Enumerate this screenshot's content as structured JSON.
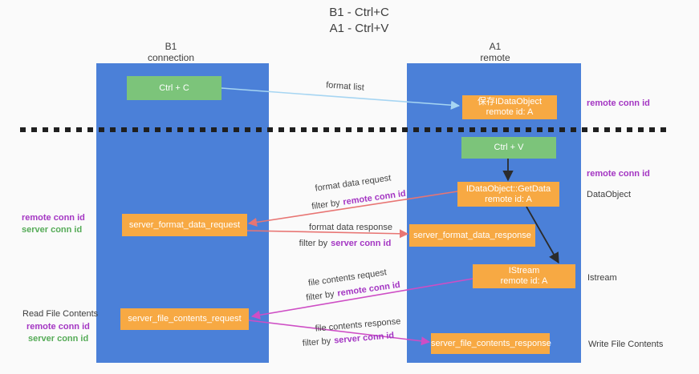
{
  "title": {
    "line1": "B1 - Ctrl+C",
    "line2": "A1 - Ctrl+V"
  },
  "lanes": {
    "left": {
      "name": "B1",
      "subtitle": "connection"
    },
    "right": {
      "name": "A1",
      "subtitle": "remote"
    }
  },
  "nodes": {
    "ctrl_c": {
      "label": "Ctrl + C"
    },
    "ctrl_v": {
      "label": "Ctrl + V"
    },
    "saved_dataobject": {
      "line1": "保存IDataObject",
      "line2": "remote id: A"
    },
    "getdata": {
      "line1": "IDataObject::GetData",
      "line2": "remote id: A"
    },
    "istream": {
      "line1": "IStream",
      "line2": "remote id: A"
    },
    "server_format_data_request": {
      "label": "server_format_data_request"
    },
    "server_format_data_response": {
      "label": "server_format_data_response"
    },
    "server_file_contents_request": {
      "label": "server_file_contents_request"
    },
    "server_file_contents_response": {
      "label": "server_file_contents_response"
    }
  },
  "labels": {
    "format_list": "format list",
    "format_data_request": "format data request",
    "format_data_response": "format data response",
    "file_contents_request": "file contents request",
    "file_contents_response": "file contents response",
    "filter_prefix": "filter by",
    "remote_conn_id": "remote conn id",
    "server_conn_id": "server conn id",
    "dataobject": "DataObject",
    "istream": "Istream",
    "read_file_contents": "Read File Contents",
    "write_file_contents": "Write File Contents"
  },
  "colors": {
    "lane_blue": "#4b80d8",
    "box_orange": "#f7a943",
    "box_green": "#7cc47a",
    "arrow_red": "#e87573",
    "arrow_magenta": "#ce4ec5",
    "arrow_lightblue": "#a6d5f2",
    "arrow_black": "#2b2b2b",
    "text_purple": "#a436c3",
    "text_green": "#55ab57",
    "background": "#fafafa"
  }
}
